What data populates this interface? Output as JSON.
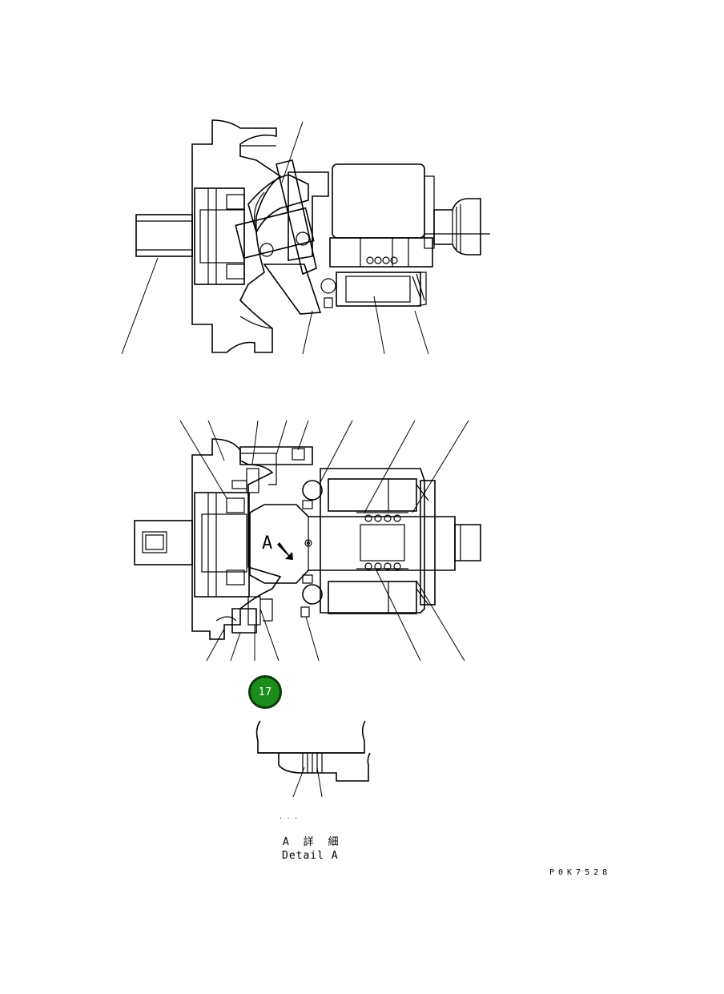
{
  "detail": {
    "marker_letter": "A",
    "caption_jp": "A 詳 細",
    "caption_en": "Detail A"
  },
  "drawing_code": "P0K7528",
  "hotspot": {
    "label": "17",
    "color": "#1c8c1c"
  }
}
